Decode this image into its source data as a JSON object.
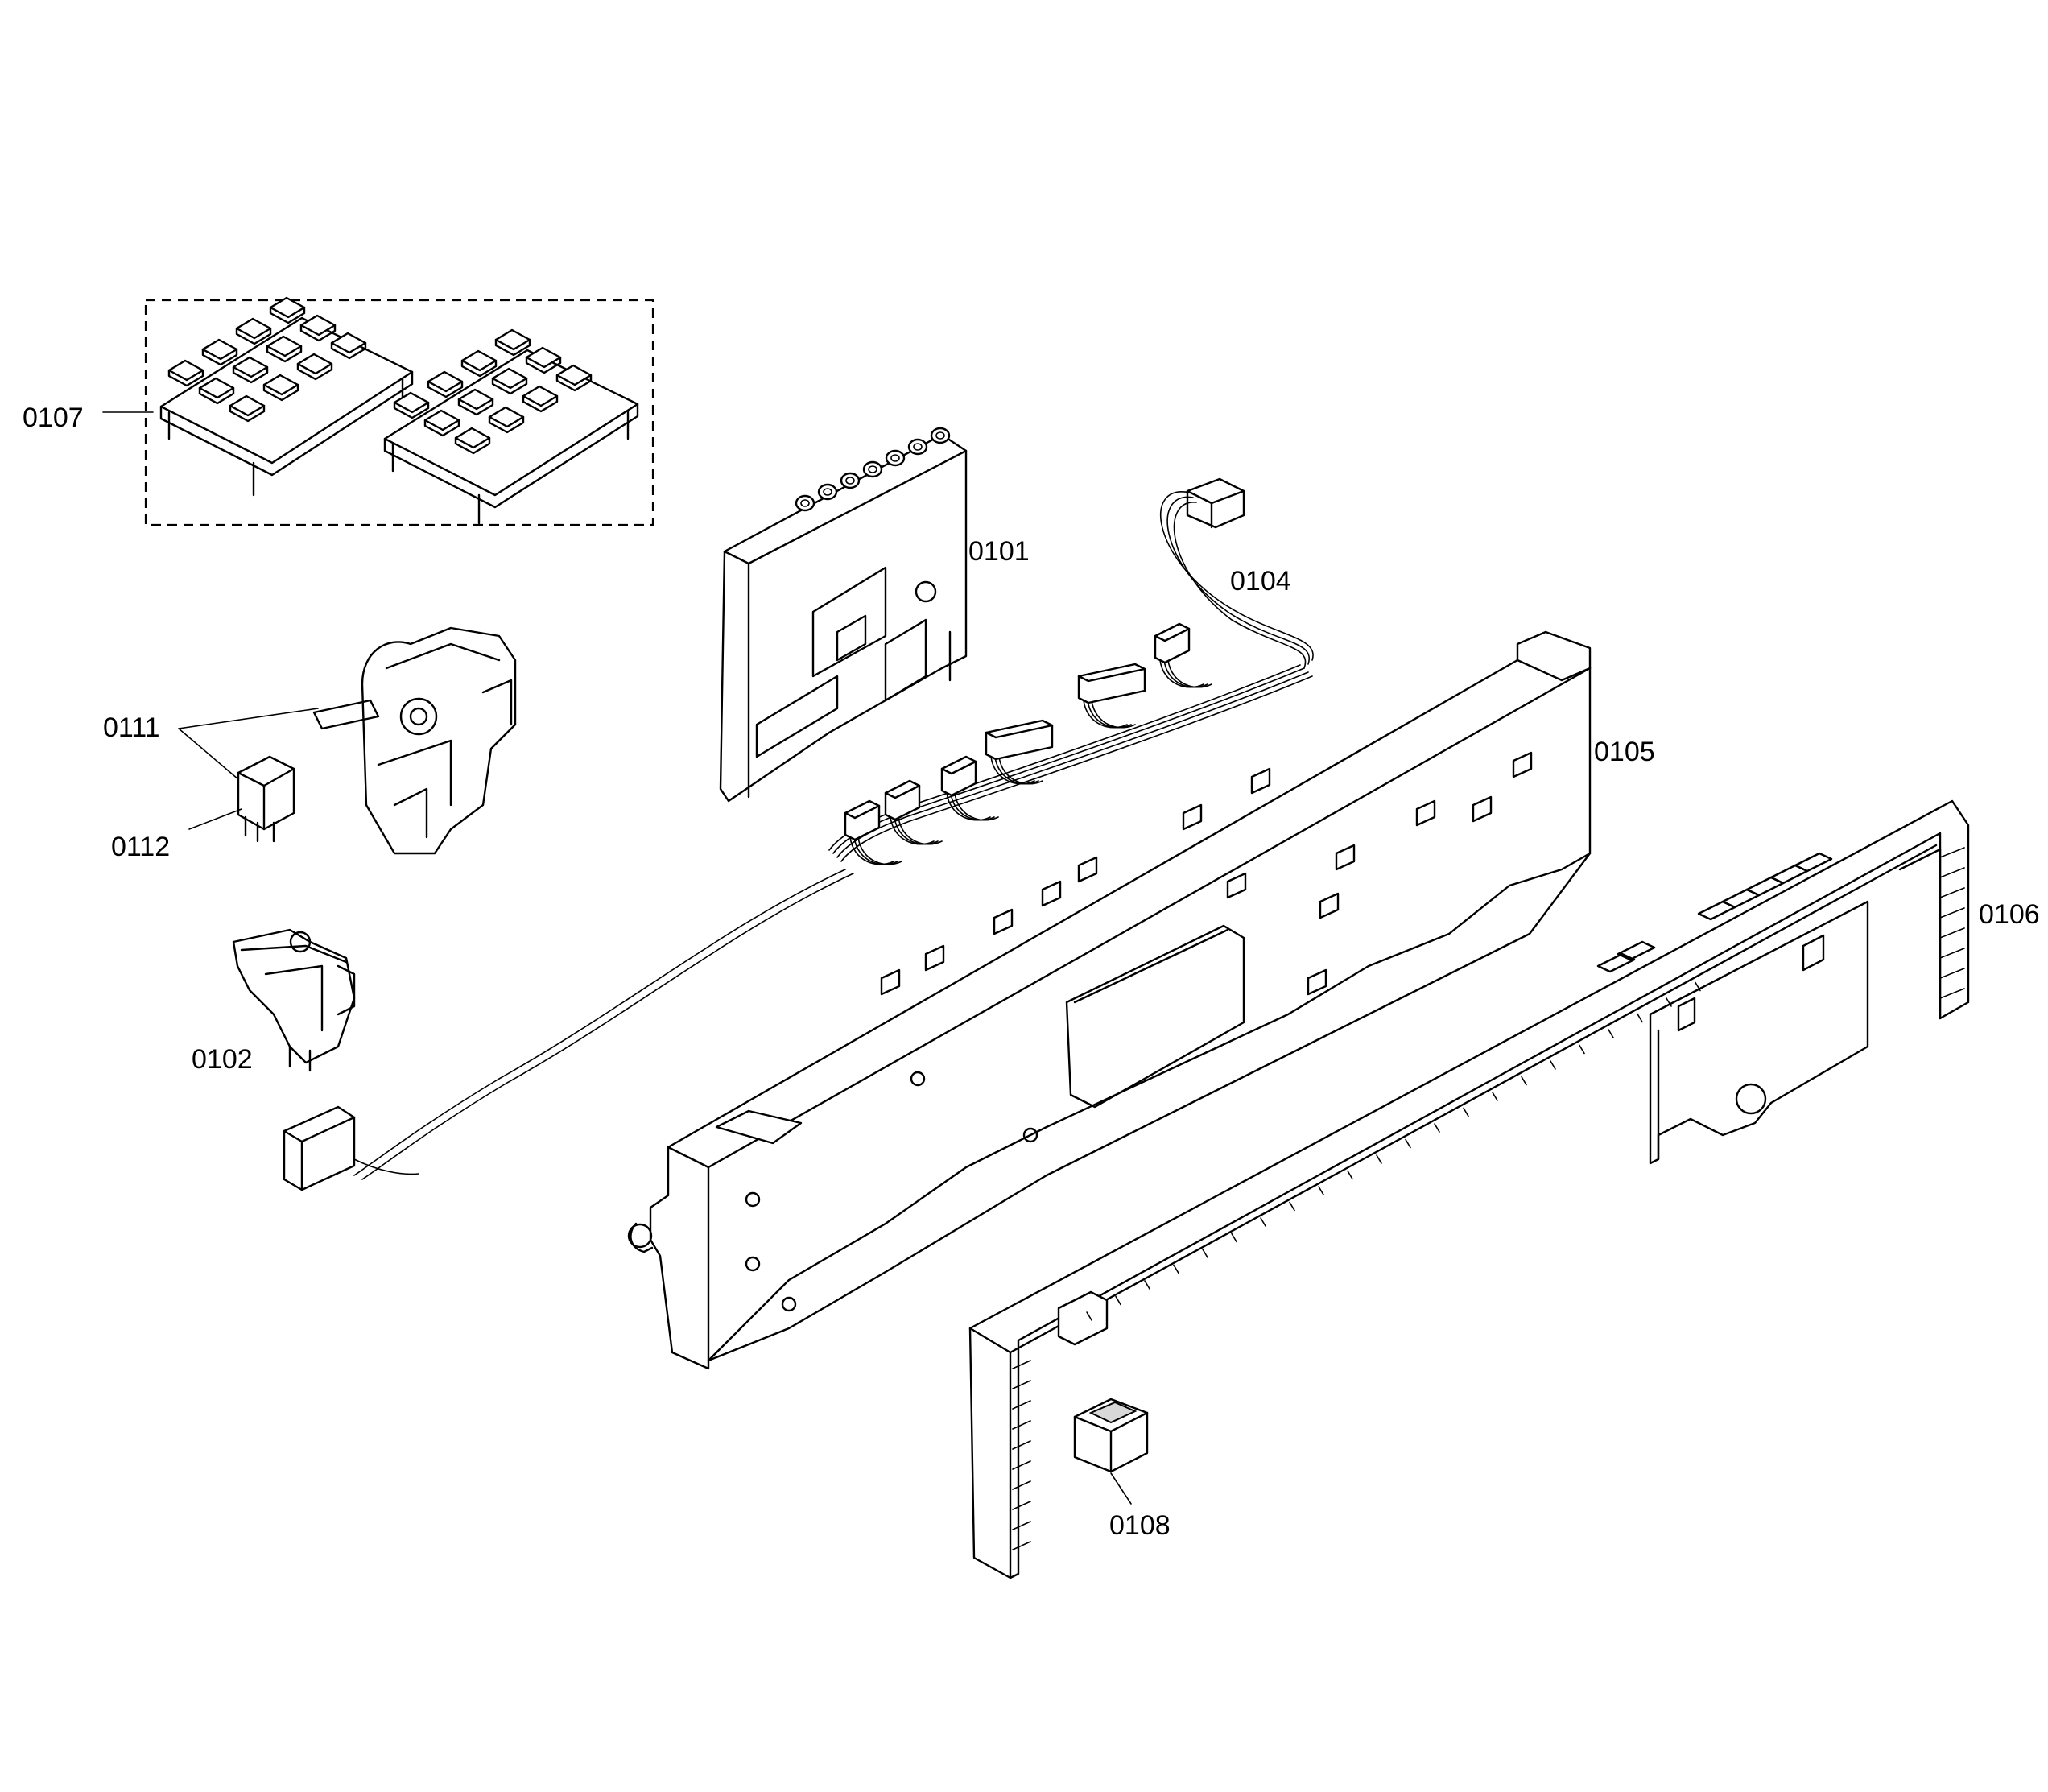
{
  "labels": {
    "p0107": "0107",
    "p0101": "0101",
    "p0104": "0104",
    "p0111": "0111",
    "p0112": "0112",
    "p0105": "0105",
    "p0106": "0106",
    "p0102": "0102",
    "p0108": "0108"
  }
}
